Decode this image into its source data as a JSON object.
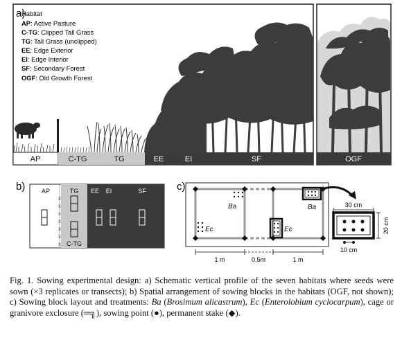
{
  "panel_a": {
    "label": "a)",
    "legend_title": "Habitat",
    "legend": [
      {
        "code": "AP",
        "desc": ": Active Pasture"
      },
      {
        "code": "C-TG",
        "desc": ": Clipped Tall Grass"
      },
      {
        "code": "TG",
        "desc": ": Tall Grass (unclipped)"
      },
      {
        "code": "EE",
        "desc": ": Edge Exterior"
      },
      {
        "code": "EI",
        "desc": ": Edge Interior"
      },
      {
        "code": "SF",
        "desc": ": Secondary Forest"
      },
      {
        "code": "OGF",
        "desc": ": Old Growth Forest"
      }
    ],
    "strip": [
      "AP",
      "C-TG",
      "TG",
      "EE",
      "EI",
      "SF"
    ],
    "ogf_strip": "OGF"
  },
  "panel_b": {
    "label": "b)",
    "zones": [
      "AP",
      "TG",
      "EE",
      "EI",
      "SF"
    ],
    "ctg": "C-TG"
  },
  "panel_c": {
    "label": "c)",
    "ba": "Ba",
    "ec": "Ec",
    "dims": [
      "1 m",
      "0.5m",
      "1 m"
    ],
    "cage_width": "30 cm",
    "cage_height": "20 cm",
    "spacing": "10 cm"
  },
  "caption": {
    "p1": "Fig. 1. Sowing experimental design: a) Schematic vertical profile of the seven habitats where seeds were sown (×3 replicates or transects); b) Spatial arrangement of sowing blocks in the habitats (OGF, not shown); c) Sowing block layout and treatments: ",
    "ba": "Ba",
    "p2": " (",
    "ba_full": "Brosimum alicastrum",
    "p3": "), ",
    "ec": "Ec",
    "p4": " (",
    "ec_full": "Enterolobium cyclocarpum",
    "p5": "), cage or granivore exclosure (",
    "cage_sym": "═╗",
    "p6": "), sowing point (",
    "dot_sym": "●",
    "p7": "), permanent stake (",
    "stake_sym": "◆",
    "p8": ")."
  },
  "colors": {
    "forest": "#3a3a3a",
    "grass_light": "#c8c8c8",
    "grass_mid": "#8a8a8a",
    "ink": "#111111"
  }
}
